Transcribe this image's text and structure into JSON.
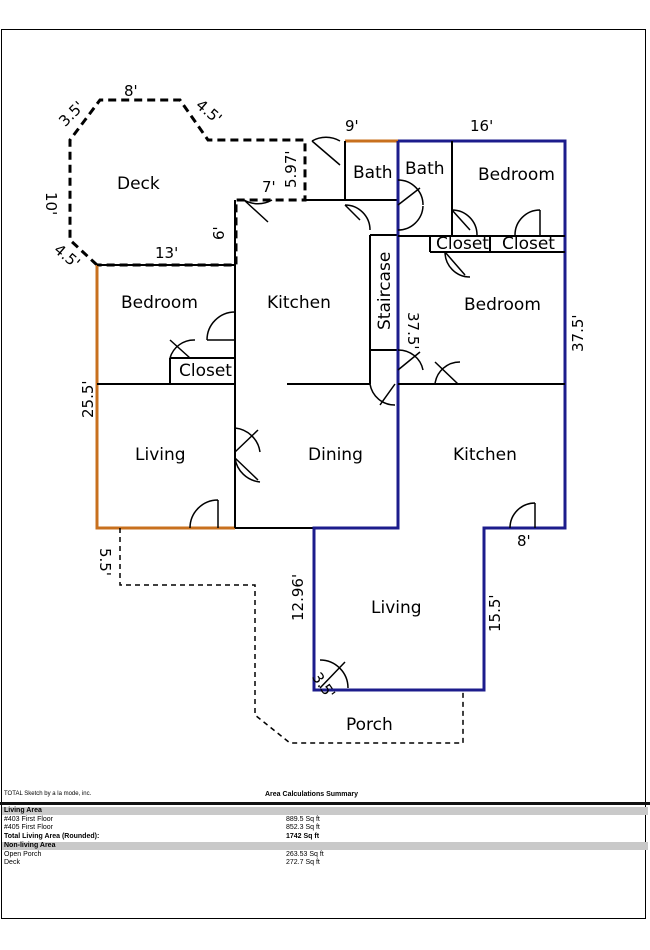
{
  "rooms": {
    "deck": "Deck",
    "bedroom_left": "Bedroom",
    "closet_left": "Closet",
    "living_left": "Living",
    "kitchen_center": "Kitchen",
    "dining": "Dining",
    "bath_center": "Bath",
    "staircase": "Staircase",
    "bath_right": "Bath",
    "bedroom_right_top": "Bedroom",
    "closet_right_1": "Closet",
    "closet_right_2": "Closet",
    "bedroom_right": "Bedroom",
    "kitchen_right": "Kitchen",
    "living_bottom": "Living",
    "porch": "Porch"
  },
  "dimensions": {
    "deck_top": "8'",
    "deck_top_left": "3.5'",
    "deck_top_right": "4.5'",
    "deck_left": "10'",
    "deck_bottom_left": "4.5'",
    "deck_bottom": "13'",
    "deck_right_height": "5.97'",
    "deck_notch": "7'",
    "deck_step": "6'",
    "bath_top": "9'",
    "unit_top": "16'",
    "left_height": "25.5'",
    "stair_height": "37.5'",
    "right_height": "37.5'",
    "right_step": "8'",
    "living_height_left": "12.96'",
    "living_height_right": "15.5'",
    "porch_left": "5.5'",
    "entry": "3.5'"
  },
  "summary": {
    "credit": "TOTAL Sketch by a la mode, inc.",
    "heading": "Area Calculations Summary",
    "living_area_label": "Living Area",
    "rows": [
      {
        "label": "#403 First Floor",
        "value": "889.5 Sq ft"
      },
      {
        "label": "#405 First Floor",
        "value": "852.3 Sq ft"
      }
    ],
    "total_label": "Total Living Area (Rounded):",
    "total_value": "1742 Sq ft",
    "non_living_label": "Non-living Area",
    "non_living_rows": [
      {
        "label": "Open Porch",
        "value": "263.53 Sq ft"
      },
      {
        "label": "Deck",
        "value": "272.7 Sq ft"
      }
    ]
  },
  "colors": {
    "unit_403_outline": "#c8701e",
    "unit_405_outline": "#1c1c8c",
    "walls": "#000000"
  }
}
